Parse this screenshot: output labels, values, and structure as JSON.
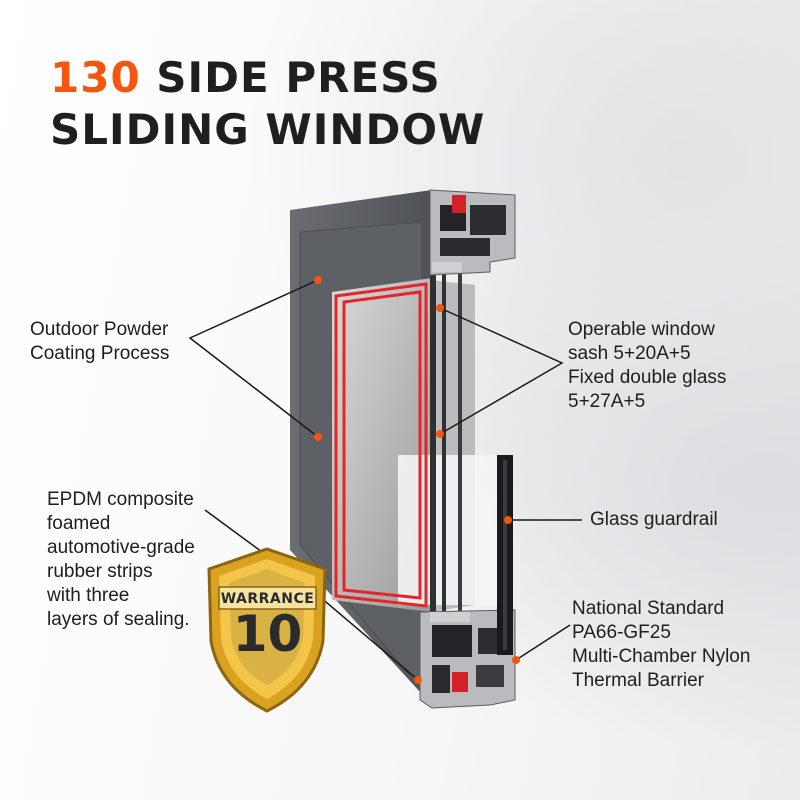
{
  "title": {
    "accent": "130",
    "line1_rest": " SIDE PRESS",
    "line2": "SLIDING WINDOW"
  },
  "callouts": {
    "coating": [
      "Outdoor Powder",
      "Coating Process"
    ],
    "glass": [
      "Operable window",
      "sash 5+20A+5",
      "Fixed double glass",
      "5+27A+5"
    ],
    "guardrail": [
      "Glass guardrail"
    ],
    "epdm": [
      "EPDM composite",
      "foamed",
      "automotive-grade",
      "rubber strips",
      "with three",
      "layers of sealing."
    ],
    "thermal": [
      "National Standard",
      "PA66-GF25",
      "Multi-Chamber Nylon",
      "Thermal Barrier"
    ]
  },
  "badge": {
    "label": "WARRANCE",
    "number": "10",
    "icon": "shield-badge-icon"
  },
  "colors": {
    "accent": "#f2560f",
    "frame": "#55585c",
    "thermal_strip": "#e2262a",
    "badge_gold": "#d9a321"
  }
}
